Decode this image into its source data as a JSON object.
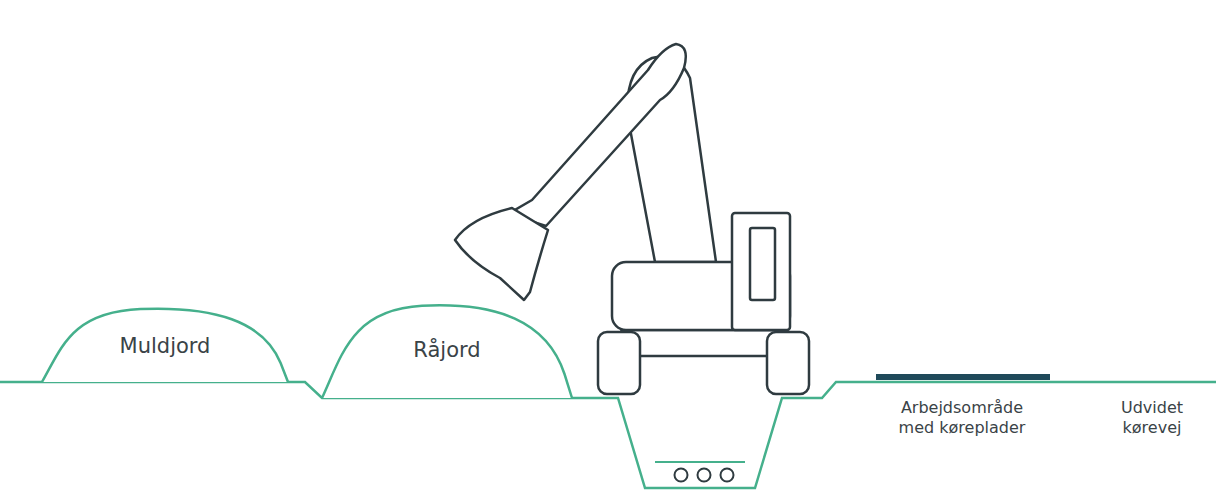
{
  "diagram": {
    "nodes": [
      {
        "text": [
          "Muldjord"
        ]
      },
      {
        "text": [
          "Råjord"
        ]
      }
    ],
    "labels": [
      "Arbejdsområde med køreplader",
      "Udvidet kørevej"
    ]
  }
}
